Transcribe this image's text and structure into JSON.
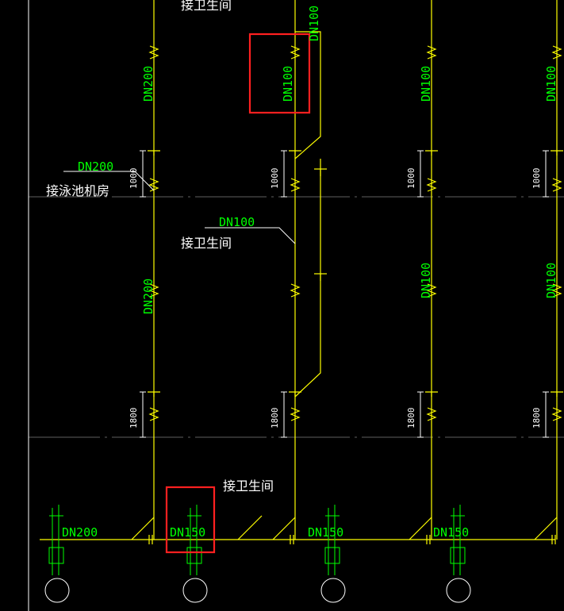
{
  "colors": {
    "background": "#000000",
    "pipe": "#ffff00",
    "text_green": "#00ff00",
    "text_white": "#ffffff",
    "grid": "#808080",
    "highlight": "#ff2020"
  },
  "labels": {
    "top_note": "接卫生间",
    "pool_note": "接泳池机房",
    "mid_note": "接卫生间",
    "bottom_note": "接卫生间",
    "pool_dn": "DN200",
    "mid_dn": "DN100",
    "col1_upper_dn": "DN200",
    "col1_lower_dn": "DN200",
    "col2_upper_dn": "DN100",
    "col2_top_dn": "DN100",
    "col3_upper_dn": "DN100",
    "col3_lower_dn": "DN100",
    "col4_upper_dn": "DN100",
    "col4_lower_dn": "DN100",
    "dim_1000": "1000",
    "dim_1800": "1800",
    "base_dn_1": "DN200",
    "base_dn_2": "DN150",
    "base_dn_3": "DN150",
    "base_dn_4": "DN150"
  }
}
